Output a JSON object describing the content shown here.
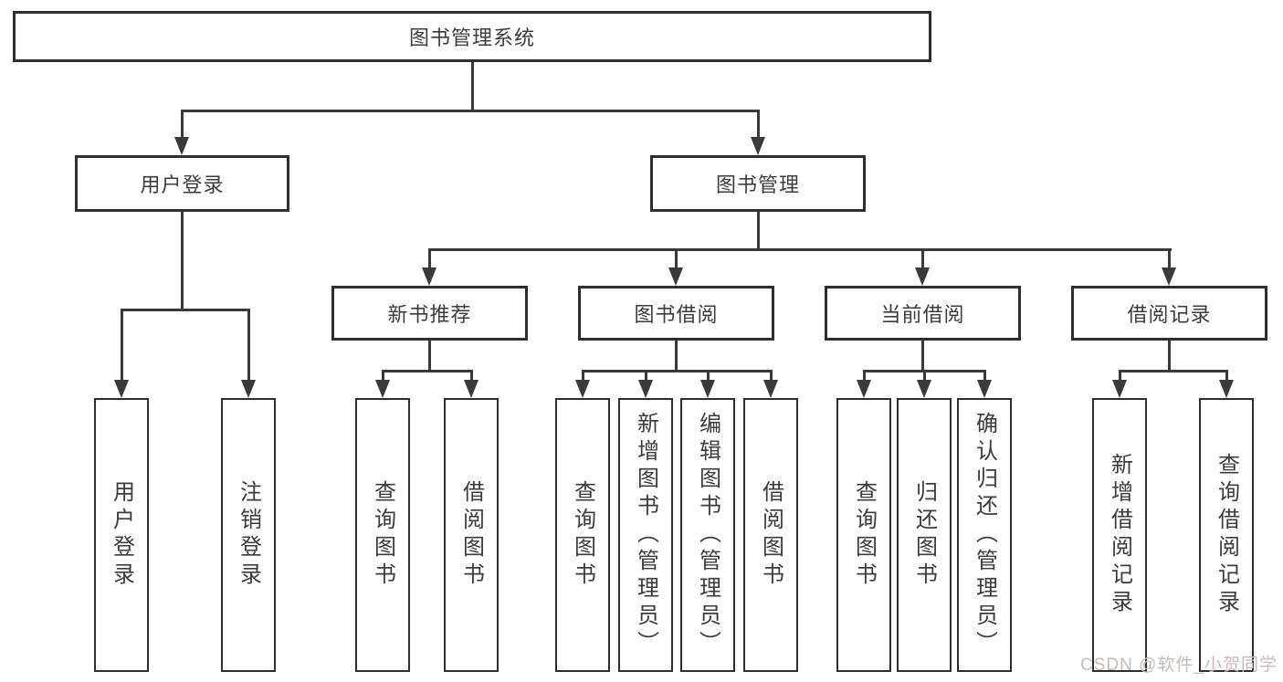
{
  "diagram": {
    "title": "图书管理系统",
    "branches": {
      "user_login": {
        "label": "用户登录",
        "children": [
          "用户登录",
          "注销登录"
        ]
      },
      "book_management": {
        "label": "图书管理",
        "children": [
          {
            "label": "新书推荐",
            "children": [
              "查询图书",
              "借阅图书"
            ]
          },
          {
            "label": "图书借阅",
            "children": [
              "查询图书",
              "新增图书（管理员）",
              "编辑图书（管理员）",
              "借阅图书"
            ]
          },
          {
            "label": "当前借阅",
            "children": [
              "查询图书",
              "归还图书",
              "确认归还（管理员）"
            ]
          },
          {
            "label": "借阅记录",
            "children": [
              "新增借阅记录",
              "查询借阅记录"
            ]
          }
        ]
      }
    },
    "watermark": "CSDN @软件_小贺同学"
  }
}
